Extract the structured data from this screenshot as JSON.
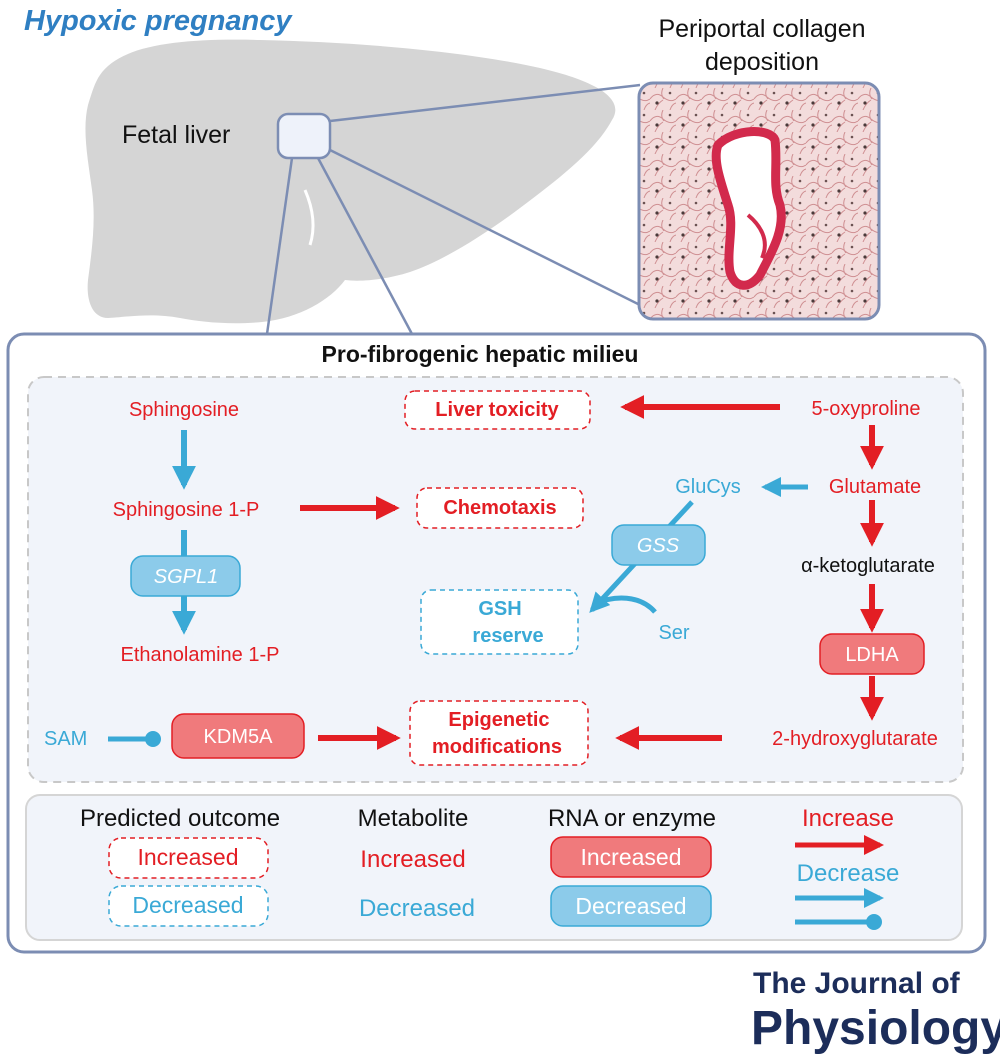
{
  "header": {
    "title": "Hypoxic pregnancy",
    "organ_label": "Fetal liver",
    "histology_label_line1": "Periportal collagen",
    "histology_label_line2": "deposition"
  },
  "milieu": {
    "title": "Pro-fibrogenic hepatic milieu",
    "sphingosine_pathway": {
      "sphingosine": "Sphingosine",
      "sphingosine_1p": "Sphingosine 1-P",
      "sgpl1": "SGPL1",
      "ethanolamine_1p": "Ethanolamine 1-P"
    },
    "outcomes": {
      "liver_toxicity": "Liver toxicity",
      "chemotaxis": "Chemotaxis",
      "gsh_line1": "GSH",
      "gsh_line2": "reserve",
      "epigenetic_line1": "Epigenetic",
      "epigenetic_line2": "modifications"
    },
    "glutamate_pathway": {
      "oxyproline": "5-oxyproline",
      "glutamate": "Glutamate",
      "glucys": "GluCys",
      "gss": "GSS",
      "ser": "Ser",
      "akg": "α-ketoglutarate",
      "ldha": "LDHA",
      "hydroxyglutarate": "2-hydroxyglutarate"
    },
    "methylation": {
      "sam": "SAM",
      "kdm5a": "KDM5A"
    }
  },
  "legend": {
    "predicted_outcome": "Predicted outcome",
    "metabolite": "Metabolite",
    "rna_or_enzyme": "RNA or enzyme",
    "increase": "Increase",
    "decrease": "Decrease",
    "increased": "Increased",
    "decreased": "Decreased"
  },
  "journal": {
    "line1": "The Journal of",
    "line2": "Physiology"
  },
  "colors": {
    "increase_red": "#e31e24",
    "decrease_blue": "#3aa9d6",
    "enzyme_red_fill": "#f07a7c",
    "enzyme_blue_fill": "#8ccbea",
    "liver_gray": "#d5d5d5",
    "frame_gray": "#7c8db3"
  }
}
